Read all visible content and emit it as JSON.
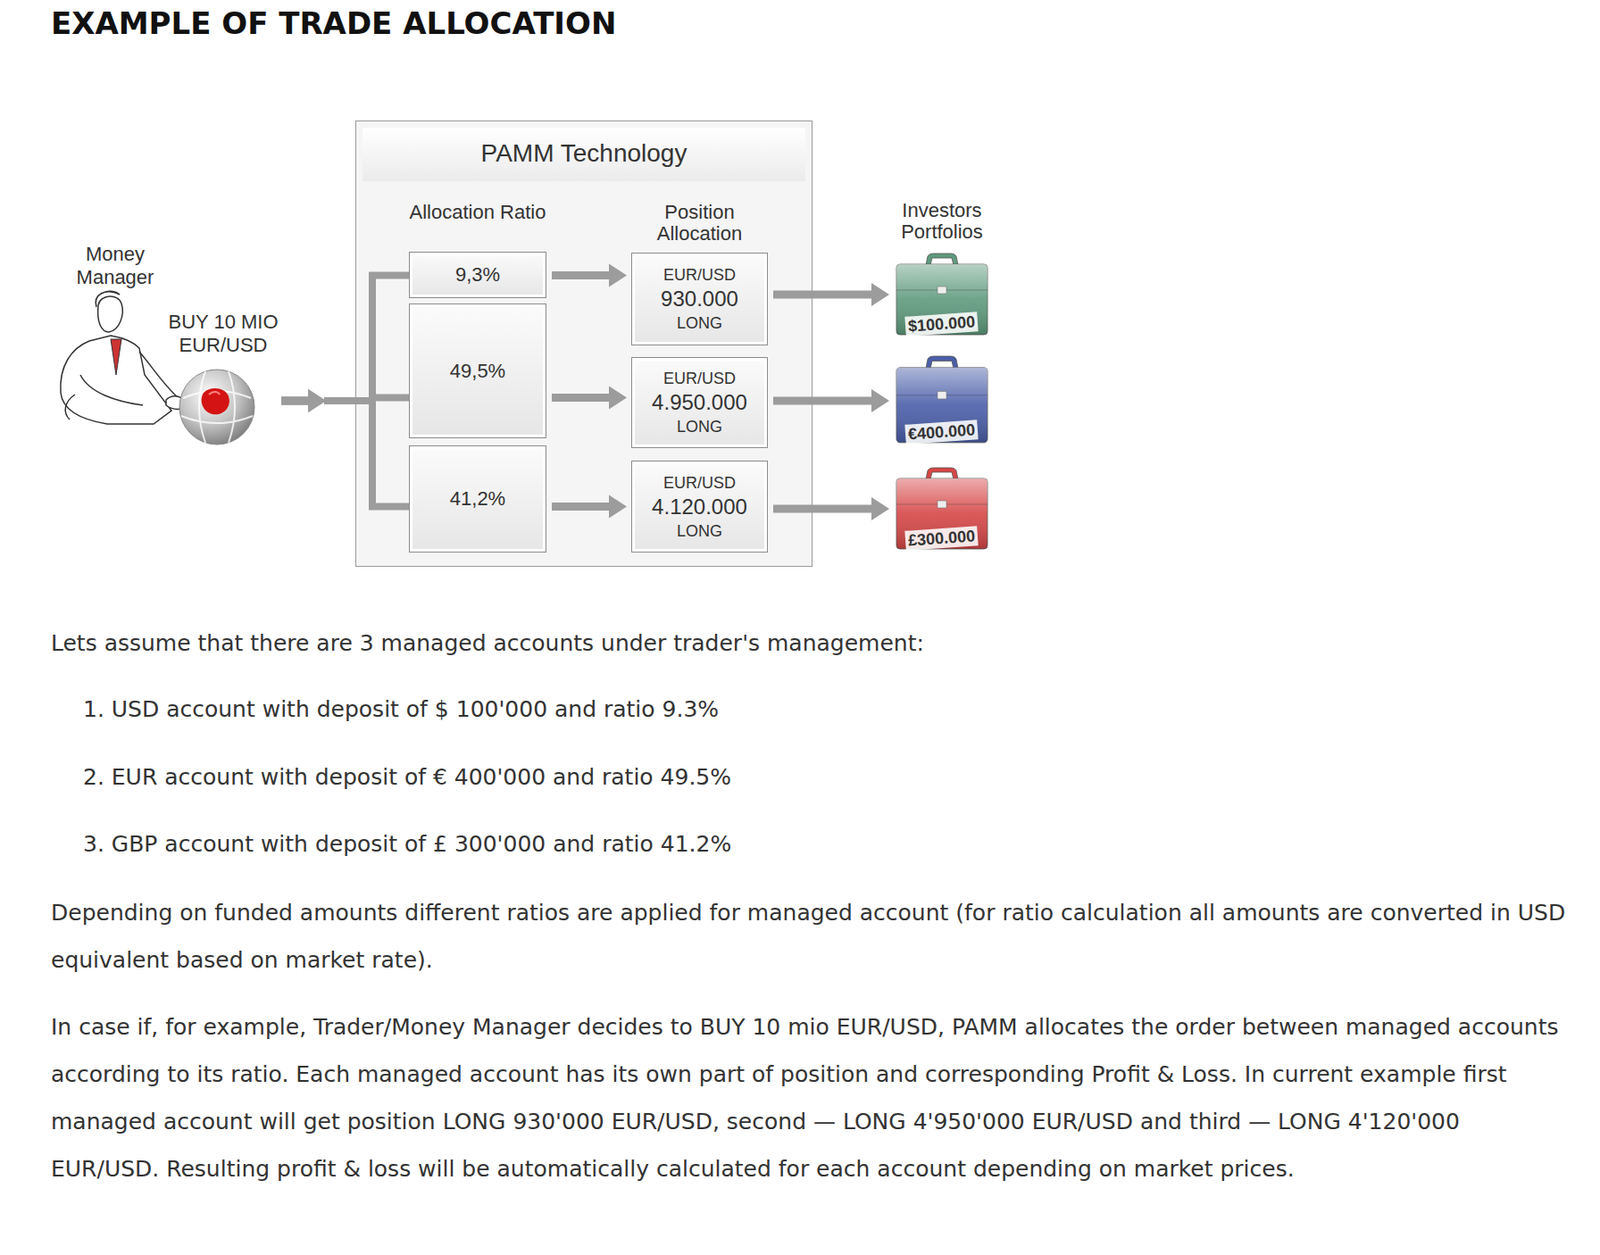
{
  "diagram": {
    "title": "EXAMPLE OF TRADE ALLOCATION",
    "nodes": [
      {
        "text": [
          "Money Manager",
          "BUY 10 MIO EUR/USD"
        ]
      },
      {
        "text": [
          "PAMM Technology"
        ]
      },
      {
        "text": [
          "9,3%"
        ],
        "in": 1
      },
      {
        "text": [
          "49,5%"
        ],
        "in": 1
      },
      {
        "text": [
          "41,2%"
        ],
        "in": 1
      },
      {
        "text": [
          "EUR/USD",
          "930.000",
          "LONG"
        ],
        "in": 1
      },
      {
        "text": [
          "EUR/USD",
          "4.950.000",
          "LONG"
        ],
        "in": 1
      },
      {
        "text": [
          "EUR/USD",
          "4.120.000",
          "LONG"
        ],
        "in": 1
      },
      {
        "text": [
          "$100.000"
        ]
      },
      {
        "text": [
          "€400.000"
        ]
      },
      {
        "text": [
          "£300.000"
        ]
      }
    ],
    "edges": [
      {
        "from": 0,
        "to": 2,
        "arrow": "to"
      },
      {
        "from": 0,
        "to": 3,
        "arrow": "to"
      },
      {
        "from": 0,
        "to": 4,
        "arrow": "to"
      },
      {
        "from": 2,
        "to": 5,
        "arrow": "to"
      },
      {
        "from": 3,
        "to": 6,
        "arrow": "to"
      },
      {
        "from": 4,
        "to": 7,
        "arrow": "to"
      },
      {
        "from": 5,
        "to": 8,
        "arrow": "to"
      },
      {
        "from": 6,
        "to": 9,
        "arrow": "to"
      },
      {
        "from": 7,
        "to": 10,
        "arrow": "to"
      }
    ],
    "labels": [
      "Allocation Ratio",
      "Position Allocation",
      "Investors Portfolios",
      "Lets assume that there are 3 managed accounts under trader's management:",
      "1. USD account with deposit of $ 100'000 and ratio 9.3%",
      "2. EUR account with deposit of € 400'000 and ratio 49.5%",
      "3. GBP account with deposit of £ 300'000 and ratio 41.2%",
      "Depending on funded amounts different ratios are applied for managed account (for ratio calculation all amounts are converted in USD equivalent based on market rate).",
      "In case if, for example, Trader/Money Manager decides to BUY 10 mio EUR/USD, PAMM allocates the order between managed accounts according to its ratio. Each managed account has its own part of position and corresponding Profit & Loss. In current example first managed account will get position LONG 930'000 EUR/USD, second — LONG 4'950'000 EUR/USD and third — LONG 4'120'000 EUR/USD. Resulting profit & loss will be automatically calculated for each account depending on market prices."
    ]
  }
}
